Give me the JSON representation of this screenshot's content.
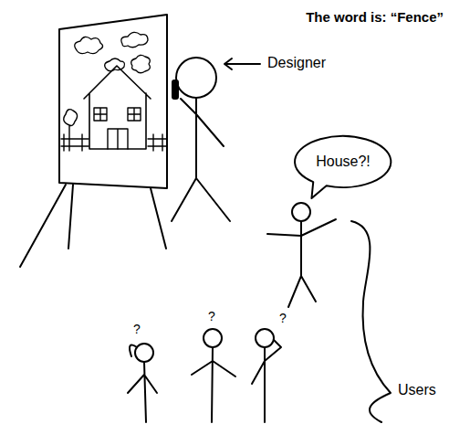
{
  "diagram": {
    "title": "The word is: “Fence”",
    "nodes": [
      {
        "text": [
          "House?!"
        ]
      }
    ],
    "labels": [
      "Designer",
      "Users",
      "?",
      "?",
      "?"
    ]
  }
}
